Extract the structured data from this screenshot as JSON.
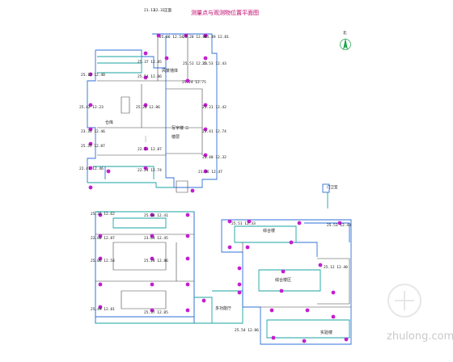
{
  "title": "测量点与观测物位置平面图",
  "north_label": "北",
  "top_labels": [
    "21.13",
    "12.32",
    "正面"
  ],
  "rooms": {
    "hall": "风景墙体",
    "storage": "仓库",
    "office": "写字楼 三",
    "office2": "楼层",
    "east_block": "综合楼",
    "annex": "多功能厅",
    "workshop": "综合楼区",
    "lab": "实验楼",
    "small": "门卫室"
  },
  "coord_labels": [
    "25.06",
    "12.54",
    "25.28",
    "12.86",
    "25.49",
    "12.81",
    "25.37",
    "12.85",
    "25.51",
    "12.33",
    "25.53",
    "12.43",
    "25.12",
    "12.40",
    "25.54",
    "12.86",
    "25.24",
    "12.75",
    "25.42",
    "12.23",
    "25.28",
    "12.86",
    "25.21",
    "12.42",
    "23.33",
    "12.46",
    "23.41",
    "12.74",
    "25.35",
    "12.87",
    "22.13",
    "12.87",
    "23.40",
    "12.32",
    "22.41",
    "12.46",
    "22.24",
    "12.74",
    "21.36",
    "12.47",
    "25.32",
    "12.62",
    "25.60",
    "12.41",
    "22.80",
    "12.87",
    "23.64",
    "12.45"
  ],
  "watermark": "zhulong.com"
}
